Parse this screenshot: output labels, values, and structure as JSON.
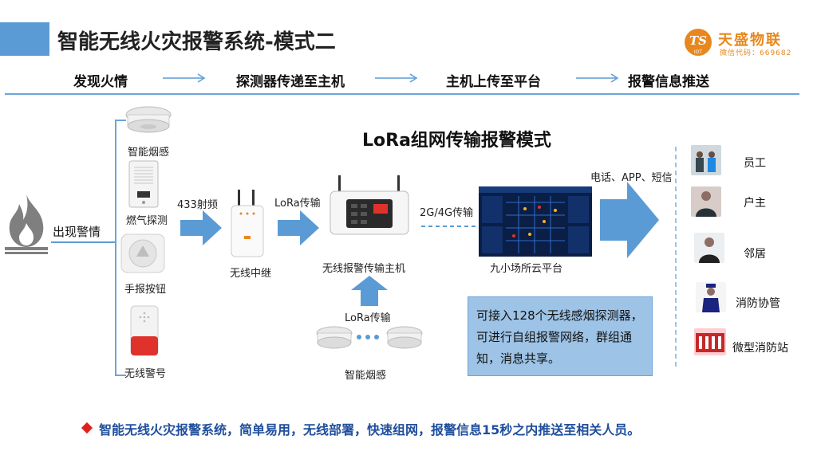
{
  "header": {
    "title": "智能无线火灾报警系统-模式二",
    "logo_name": "天盛物联",
    "logo_sub": "微信代码：669682",
    "logo_mark_text": "IOT",
    "steps": [
      "发现火情",
      "探测器传递至主机",
      "主机上传至平台",
      "报警信息推送"
    ]
  },
  "diagram": {
    "title": "LoRa组网传输报警模式",
    "fire_label": "出现警情",
    "detectors": [
      "智能烟感",
      "燃气探测",
      "手报按钮",
      "无线警号"
    ],
    "link_433": "433射频",
    "relay_label": "无线中继",
    "link_lora": "LoRa传输",
    "host_label": "无线报警传输主机",
    "link_4g": "2G/4G传输",
    "platform_label": "九小场所云平台",
    "push_channels": "电话、APP、短信",
    "bottom_link": "LoRa传输",
    "bottom_smoke_label": "智能烟感",
    "info_text": "可接入128个无线感烟探测器，可进行自组报警网络，群组通知，消息共享。",
    "recipients": [
      "员工",
      "户主",
      "邻居",
      "消防协管",
      "微型消防站"
    ]
  },
  "footer": {
    "text": "智能无线火灾报警系统，简单易用，无线部署，快速组网，报警信息15秒之内推送至相关人员。"
  },
  "colors": {
    "accent": "#5b9bd5",
    "arrow": "#5b9bd5",
    "brand": "#e8871e",
    "footer_text": "#1f4e9c",
    "info_bg": "#9dc3e6",
    "alert": "#e0201c"
  }
}
